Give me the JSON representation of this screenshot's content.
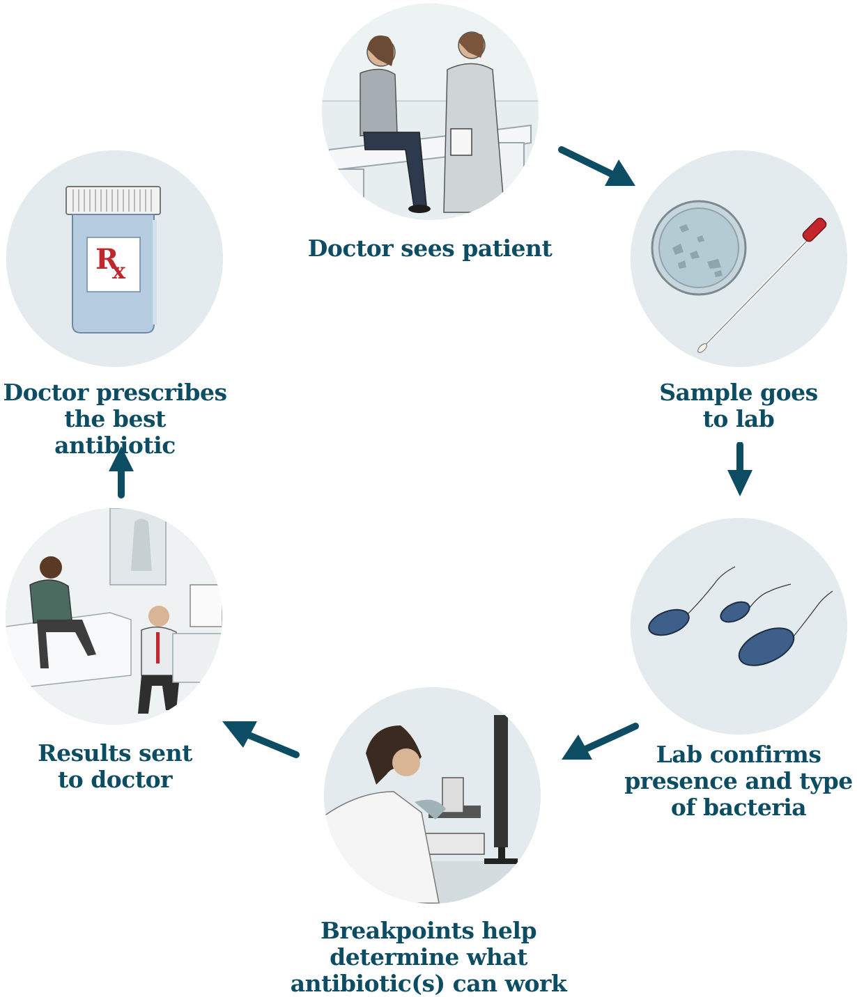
{
  "steps": [
    {
      "id": "doctor-sees-patient",
      "lines": [
        "Doctor sees patient"
      ]
    },
    {
      "id": "sample-goes-to-lab",
      "lines": [
        "Sample goes",
        "to lab"
      ]
    },
    {
      "id": "lab-confirms",
      "lines": [
        "Lab confirms",
        "presence and type",
        "of bacteria"
      ]
    },
    {
      "id": "breakpoints",
      "lines": [
        "Breakpoints help",
        "determine what",
        "antibiotic(s) can work"
      ]
    },
    {
      "id": "results-sent",
      "lines": [
        "Results sent",
        "to doctor"
      ]
    },
    {
      "id": "doctor-prescribes",
      "lines": [
        "Doctor prescribes",
        "the best antibiotic"
      ]
    }
  ],
  "bottle_label": {
    "r": "R",
    "x": "x"
  },
  "colors": {
    "text": "#0d4d64",
    "arrow": "#0d4d64",
    "circle": "#e3ebee",
    "rx": "#c0272d"
  }
}
